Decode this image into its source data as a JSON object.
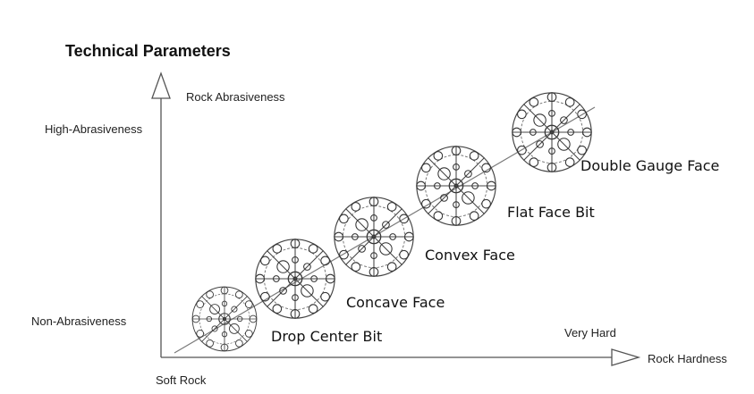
{
  "header": {
    "title": "Technical Parameters"
  },
  "axes": {
    "y_axis_title": "Rock Abrasiveness",
    "y_high": "High-Abrasiveness",
    "y_low": "Non-Abrasiveness",
    "x_axis_title": "Rock Hardness",
    "x_low": "Soft Rock",
    "x_high": "Very Hard"
  },
  "bits": [
    {
      "name": "Drop Center Bit"
    },
    {
      "name": "Concave Face"
    },
    {
      "name": "Convex Face"
    },
    {
      "name": "Flat Face Bit"
    },
    {
      "name": "Double Gauge Face"
    }
  ],
  "colors": {
    "line": "#7a7a7a",
    "ink": "#222222"
  }
}
